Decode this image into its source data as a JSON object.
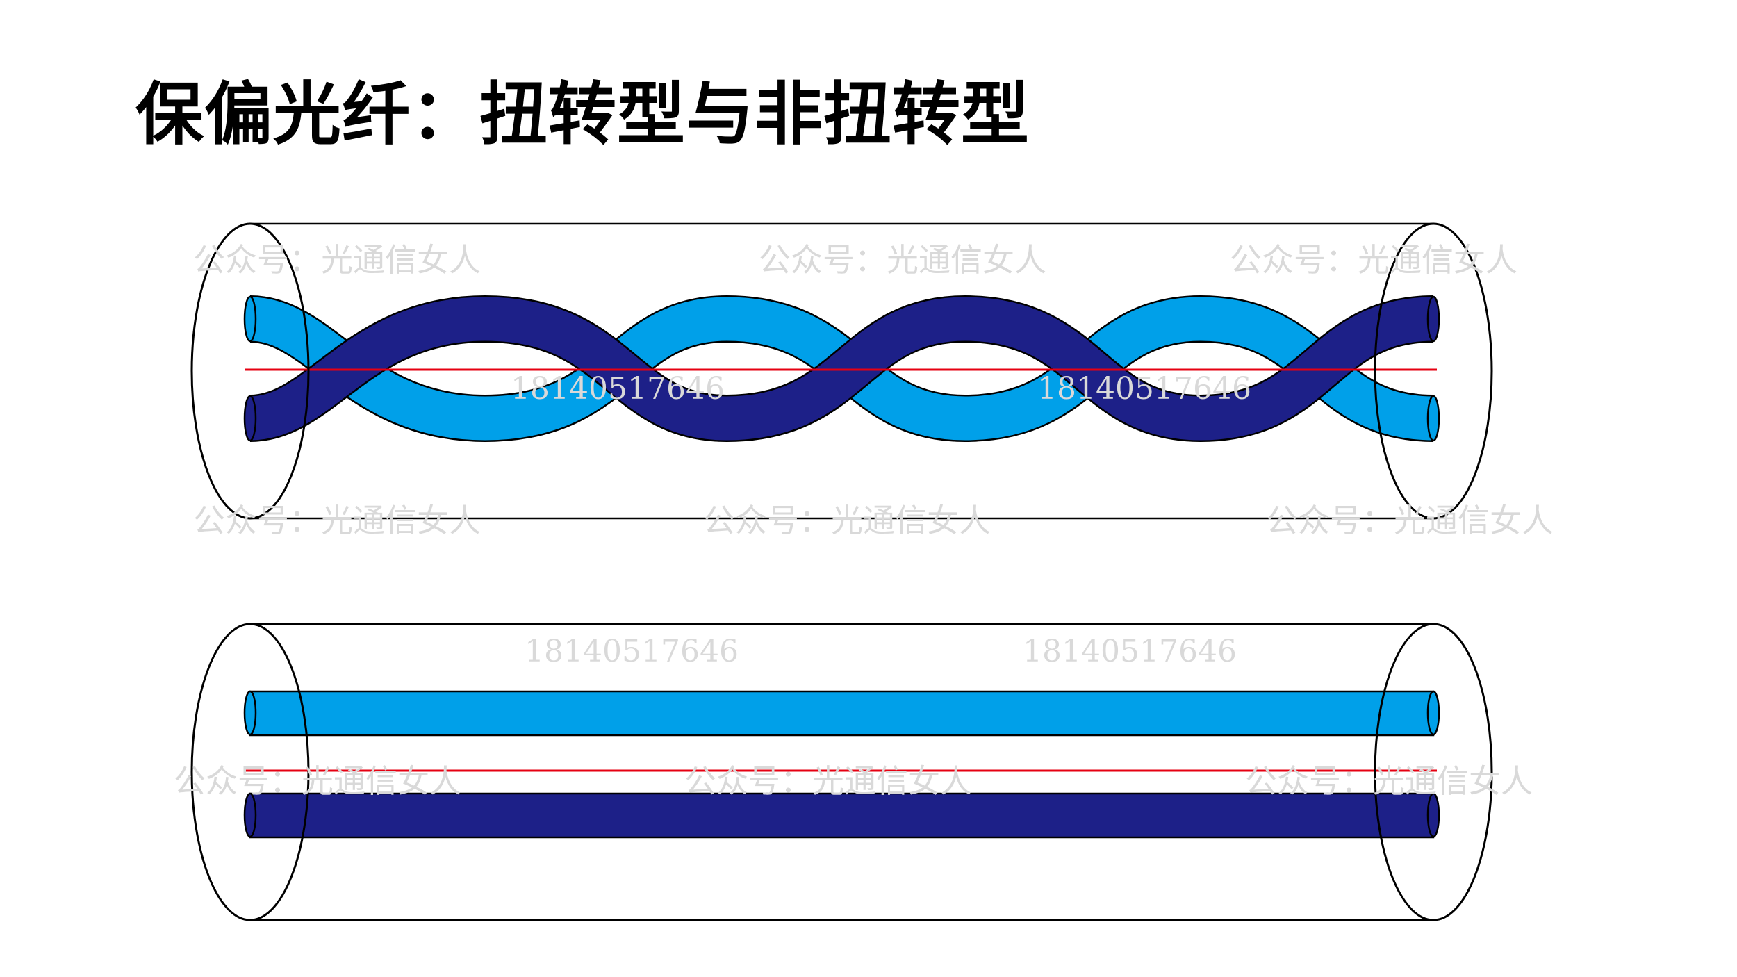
{
  "title": "保偏光纤：扭转型与非扭转型",
  "colors": {
    "fiber_light": "#00A0E9",
    "fiber_dark": "#1D2088",
    "axis_line": "#E60012",
    "outline": "#000000",
    "watermark": "#D9D9D9"
  },
  "watermarks": {
    "account": "公众号：光通信女人",
    "phone": "18140517646"
  }
}
